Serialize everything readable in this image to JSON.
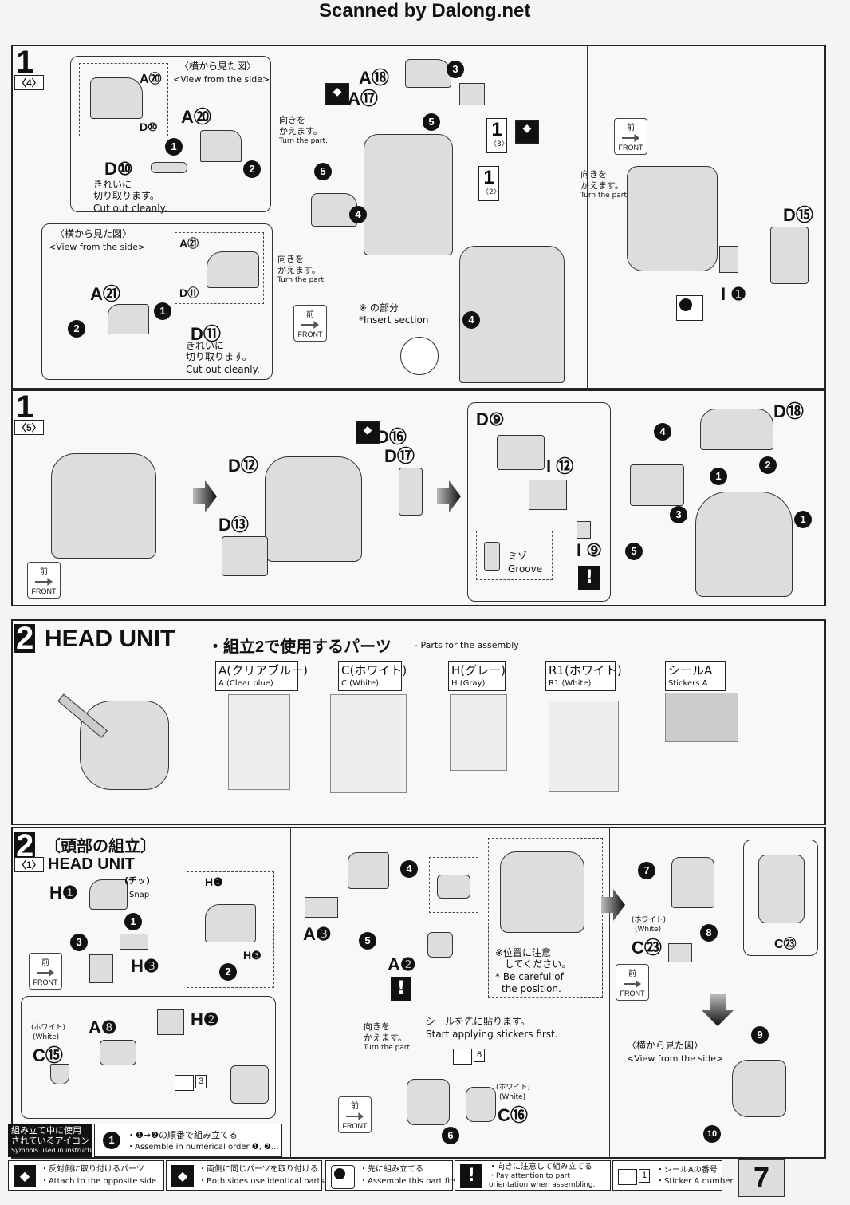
{
  "scanner_banner": "Scanned by Dalong.net",
  "page_number": "7",
  "section1": {
    "step": "1",
    "substep_4": "〈4〉",
    "substep_5": "〈5〉",
    "side_view_jp": "〈横から見た図〉",
    "side_view_en": "<View from the side>",
    "cut_jp_1": "きれいに",
    "cut_jp_2": "切り取ります。",
    "cut_en": "Cut out cleanly.",
    "turn_jp_1": "向きを",
    "turn_jp_2": "かえます。",
    "turn_en": "Turn the part.",
    "insert_jp": "※  の部分",
    "insert_en": "*Insert   section",
    "groove_jp": "ミゾ",
    "groove_en": "Groove",
    "front_jp": "前",
    "front_en": "FRONT",
    "parts": {
      "A20": "A⑳",
      "D10": "D⑩",
      "A21": "A㉑",
      "D11": "D⑪",
      "A18": "A⑱",
      "A17": "A⑰",
      "D15": "D⑮",
      "I1": "I ❶",
      "D16": "D⑯",
      "D17": "D⑰",
      "D12": "D⑫",
      "D13": "D⑬",
      "D9": "D⑨",
      "I12": "I ⑫",
      "I9": "I ⑨",
      "D18": "D⑱"
    },
    "ref_1_3": "〈3〉",
    "ref_1_2": "〈2〉"
  },
  "section2": {
    "step": "2",
    "title": "HEAD UNIT",
    "parts_heading_jp": "・組立2で使用するパーツ",
    "parts_heading_en": "- Parts for the assembly",
    "runners": [
      {
        "code": "A(クリアブルー)",
        "en": "A (Clear blue)"
      },
      {
        "code": "C(ホワイト)",
        "en": "C (White)"
      },
      {
        "code": "H(グレー)",
        "en": "H (Gray)"
      },
      {
        "code": "R1(ホワイト)",
        "en": "R1 (White)"
      },
      {
        "code": "シールA",
        "en": "Stickers A"
      }
    ]
  },
  "section2_1": {
    "step": "2",
    "substep": "〈1〉",
    "title_jp": "〔頭部の組立〕",
    "title_en": "HEAD UNIT",
    "snap_jp": "(チッ)",
    "snap_en": "Snap",
    "white_jp": "(ホワイト)",
    "white_en": "(White)",
    "careful_jp_1": "※位置に注意",
    "careful_jp_2": "してください。",
    "careful_en_1": "* Be careful of",
    "careful_en_2": "the position.",
    "sticker_first_jp": "シールを先に貼ります。",
    "sticker_first_en": "Start applying stickers first.",
    "side_view_jp": "〈横から見た図〉",
    "side_view_en": "<View from the side>",
    "parts": {
      "H1": "H❶",
      "H3": "H❸",
      "H2": "H❷",
      "A8": "A❽",
      "C15": "C⑮",
      "A3": "A❸",
      "A2": "A❷",
      "C23": "C㉓",
      "C23b": "C㉓",
      "C16": "C⑯"
    },
    "sticker3": "3",
    "sticker6": "6"
  },
  "legend": {
    "title_jp_1": "組み立て中に使用",
    "title_jp_2": "されているアイコン",
    "title_en": "Symbols used in instructions",
    "numerical_jp": "・❶→❷の順番で組み立てる",
    "numerical_en": "・Assemble in numerical order ❶, ❷...",
    "items": [
      {
        "jp": "・反対側に取り付けるパーツ",
        "en": "・Attach to the opposite side."
      },
      {
        "jp": "・両側に同じパーツを取り付ける",
        "en": "・Both sides use identical parts."
      },
      {
        "jp": "・先に組み立てる",
        "en": "・Assemble this part first."
      },
      {
        "jp": "・向きに注意して組み立てる",
        "en": "・Pay attention to part orientation when assembling."
      },
      {
        "jp": "・シールAの番号",
        "en": "・Sticker A number"
      }
    ]
  }
}
